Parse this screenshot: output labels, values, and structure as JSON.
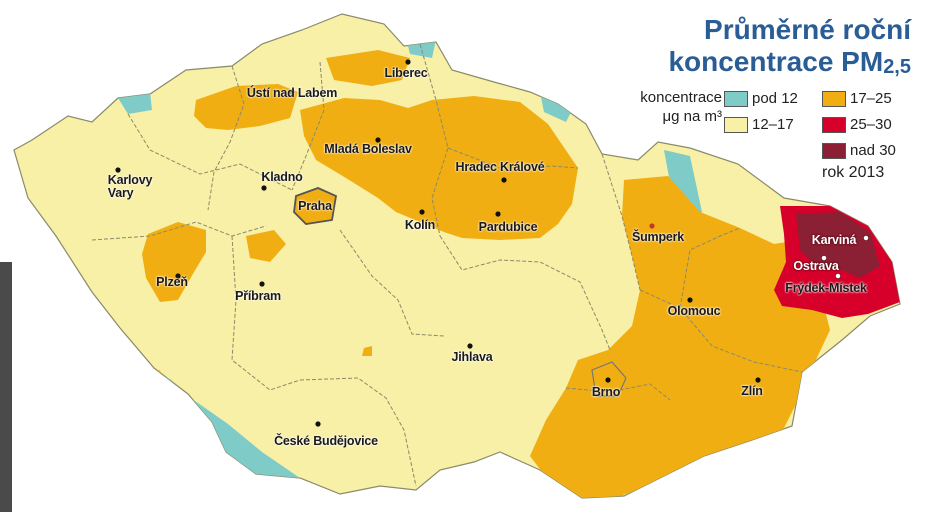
{
  "title": {
    "line1": "Průměrné roční",
    "line2": "koncentrace PM",
    "subscript": "2,5"
  },
  "legend": {
    "unit_line1": "koncentrace",
    "unit_line2": "μg na m³",
    "items": [
      {
        "label": "pod 12",
        "color": "#7fcbc7"
      },
      {
        "label": "12–17",
        "color": "#f8f0a6"
      },
      {
        "label": "17–25",
        "color": "#f1ae12"
      },
      {
        "label": "25–30",
        "color": "#d6002a"
      },
      {
        "label": "nad 30",
        "color": "#8b1f34"
      }
    ],
    "year": "rok 2013"
  },
  "cities": [
    {
      "name": "Liberec"
    },
    {
      "name": "Ústí nad Labem"
    },
    {
      "name": "Mladá Boleslav"
    },
    {
      "name": "Hradec Králové"
    },
    {
      "name": "Karlovy",
      "name2": "Vary"
    },
    {
      "name": "Kladno"
    },
    {
      "name": "Praha"
    },
    {
      "name": "Kolín"
    },
    {
      "name": "Pardubice"
    },
    {
      "name": "Šumperk"
    },
    {
      "name": "Karviná"
    },
    {
      "name": "Ostrava"
    },
    {
      "name": "Frýdek-Místek"
    },
    {
      "name": "Plzeň"
    },
    {
      "name": "Příbram"
    },
    {
      "name": "Olomouc"
    },
    {
      "name": "Jihlava"
    },
    {
      "name": "Brno"
    },
    {
      "name": "Zlín"
    },
    {
      "name": "České Budějovice"
    }
  ]
}
